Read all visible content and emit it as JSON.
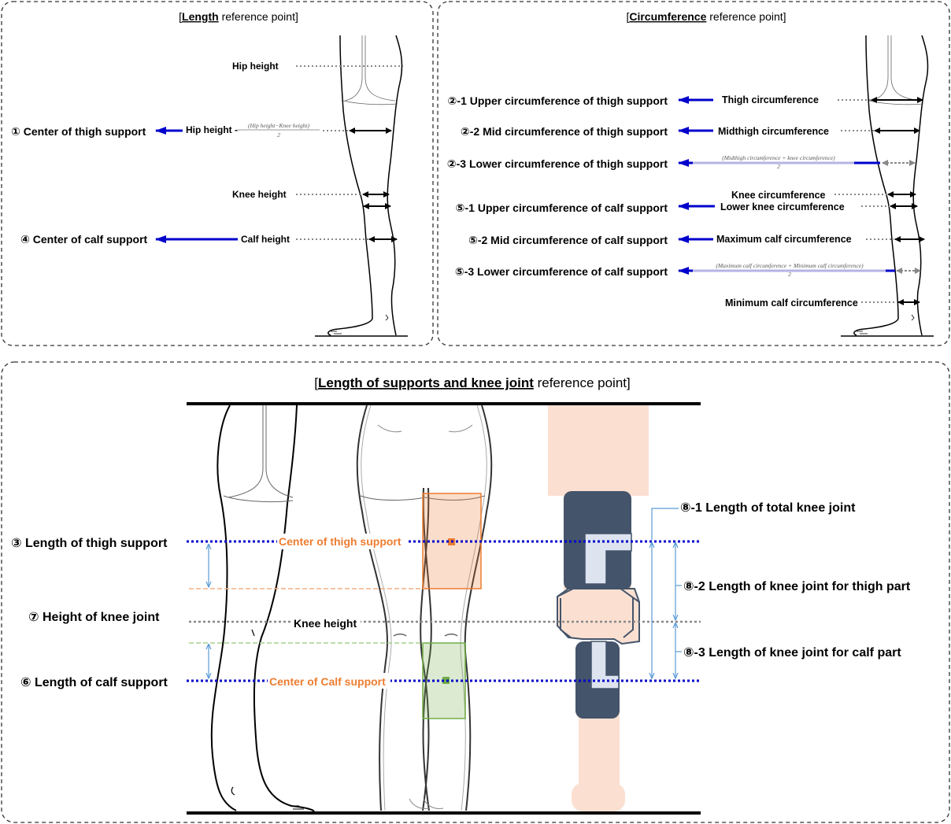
{
  "panel_length": {
    "title_bold": "Length",
    "title_rest": " reference point]",
    "title_open": "[",
    "measures": {
      "hip_height": "Hip height",
      "hip_height_formula_prefix": "Hip height -",
      "formula_numerator": "(Hip height−Knee height)",
      "formula_denominator": "2",
      "knee_height": "Knee height",
      "calf_height": "Calf height"
    },
    "supports": {
      "thigh_center": "① Center of thigh support",
      "calf_center": "④ Center of calf support"
    }
  },
  "panel_circumference": {
    "title_open": "[",
    "title_bold": "Circumference",
    "title_rest": " reference point]",
    "left_labels": [
      "②-1 Upper circumference of thigh support",
      "②-2 Mid circumference of thigh support",
      "②-3 Lower circumference of thigh support",
      "⑤-1 Upper circumference of calf support",
      "⑤-2 Mid circumference of calf support",
      "⑤-3 Lower circumference of calf support"
    ],
    "measures": {
      "thigh": "Thigh circumference",
      "midthigh": "Midthigh circumference",
      "formula1_num": "(Midthigh circumference + knee circumference)",
      "formula1_den": "2",
      "knee": "Knee circumference",
      "lower_knee": "Lower knee circumference",
      "max_calf": "Maximum calf circumference",
      "formula2_num": "(Maximum calf circumference + Minimum calf circumference)",
      "formula2_den": "2",
      "min_calf": "Minimum calf circumference"
    }
  },
  "panel_supports": {
    "title_open": "[",
    "title_bold": "Length of supports and knee joint",
    "title_rest": " reference point]",
    "left_labels": {
      "thigh_length": "③ Length of thigh support",
      "knee_joint_height": "⑦ Height of knee joint",
      "calf_length": "⑥ Length of calf support"
    },
    "center_labels": {
      "thigh": "Center of thigh support",
      "knee": "Knee height",
      "calf": "Center of Calf support"
    },
    "right_labels": {
      "total": "⑧-1 Length of total knee joint",
      "thigh_part": "⑧-2 Length of knee joint for thigh part",
      "calf_part": "⑧-3 Length of knee joint for calf part"
    }
  },
  "colors": {
    "blue_arrow": "#0000CC",
    "orange": "#ED7D31",
    "green": "#70AD47",
    "brace_dark": "#44546A",
    "skin": "#FBE0D2",
    "light_blue": "#5B9BD5"
  }
}
